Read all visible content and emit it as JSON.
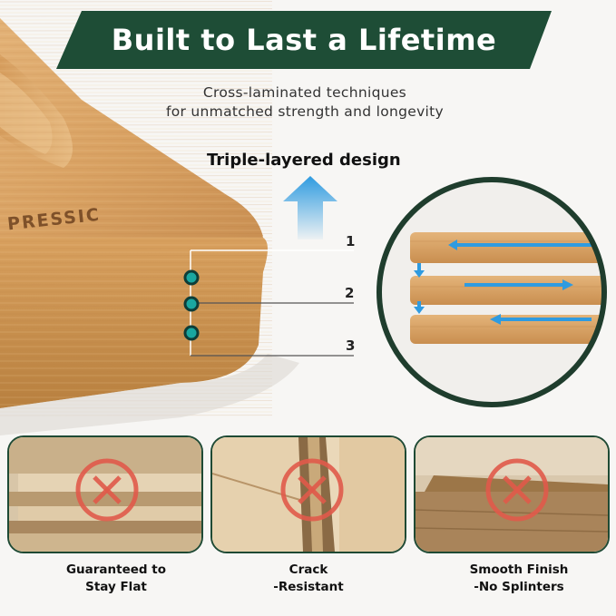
{
  "headline": "Built to Last a Lifetime",
  "subtitle": {
    "line1": "Cross-laminated techniques",
    "line2": "for unmatched strength and longevity"
  },
  "layers": {
    "label": "Triple-layered design",
    "numbers": [
      "1",
      "2",
      "3"
    ]
  },
  "brand_engraving": "PRESSIC",
  "features": [
    {
      "line1": "Guaranteed to",
      "line2": "Stay Flat"
    },
    {
      "line1": "Crack",
      "line2": "-Resistant"
    },
    {
      "line1": "Smooth Finish",
      "line2": "-No Splinters"
    }
  ],
  "colors": {
    "banner_green": "#1e4d36",
    "ring_green": "#1f3d2d",
    "bamboo": "#d9a566",
    "arrow_blue": "#2f9be0",
    "dot_teal": "#1aa7a0",
    "cross_red": "#e05a4a"
  },
  "icons": [
    "arrow-up-icon",
    "cross-circle-icon"
  ]
}
